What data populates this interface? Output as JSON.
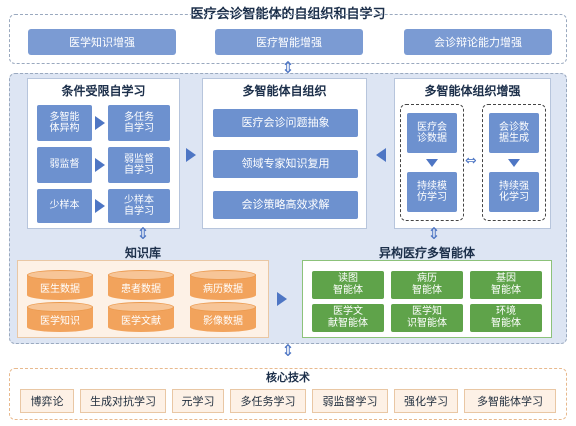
{
  "title": "医疗会诊智能体的自组织和自学习",
  "top_enhancements": [
    "医学知识增强",
    "医疗智能增强",
    "会诊辩论能力增强"
  ],
  "constrained_learning": {
    "title": "条件受限自学习",
    "rows": [
      {
        "left": "多智能\n体异构",
        "right": "多任务\n自学习"
      },
      {
        "left": "弱监督",
        "right": "弱监督\n自学习"
      },
      {
        "left": "少样本",
        "right": "少样本\n自学习"
      }
    ]
  },
  "self_organization": {
    "title": "多智能体自组织",
    "items": [
      "医疗会诊问题抽象",
      "领域专家知识复用",
      "会诊策略高效求解"
    ]
  },
  "org_enhancement": {
    "title": "多智能体组织增强",
    "left_col": {
      "top": "医疗会\n诊数据",
      "bottom": "持续模\n仿学习"
    },
    "right_col": {
      "top": "会诊数\n据生成",
      "bottom": "持续强\n化学习"
    }
  },
  "knowledge_base": {
    "title": "知识库",
    "items": [
      "医生数据",
      "患者数据",
      "病历数据",
      "医学知识",
      "医学文献",
      "影像数据"
    ]
  },
  "heterogeneous_agents": {
    "title": "异构医疗多智能体",
    "items": [
      "读图\n智能体",
      "病历\n智能体",
      "基因\n智能体",
      "医学文\n献智能体",
      "医学知\n识智能体",
      "环境\n智能体"
    ]
  },
  "core_tech": {
    "title": "核心技术",
    "items": [
      "博弈论",
      "生成对抗学习",
      "元学习",
      "多任务学习",
      "弱监督学习",
      "强化学习",
      "多智能体学习"
    ]
  },
  "colors": {
    "blue_box": "#6d91cf",
    "green_box": "#5fa34a",
    "orange_cyl": "#f2a35c",
    "arrow": "#4e76c4"
  }
}
